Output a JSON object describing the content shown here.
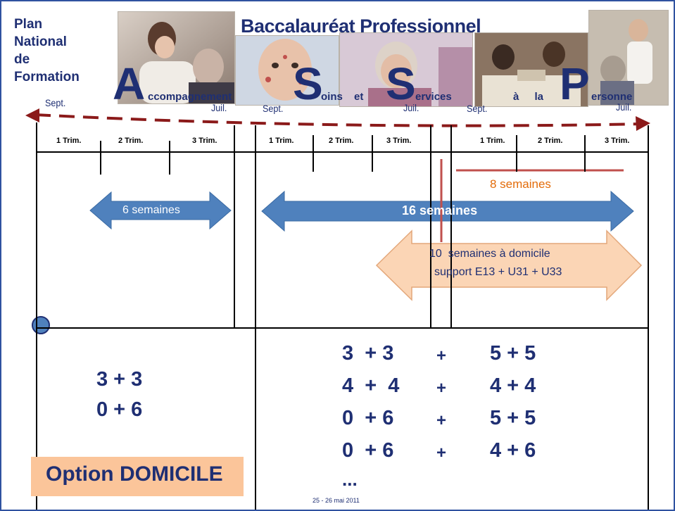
{
  "header": {
    "left_title": [
      "Plan",
      "National",
      "de",
      "Formation"
    ],
    "title": "Baccalauréat Professionnel",
    "acronym": [
      {
        "letter": "A",
        "rest": "ccompagnement"
      },
      {
        "letter": "S",
        "rest": "oins"
      },
      {
        "connector": "et"
      },
      {
        "letter": "S",
        "rest": "ervices"
      },
      {
        "connector": "à la"
      },
      {
        "letter": "P",
        "rest": "ersonne"
      }
    ],
    "photos": [
      "care-photo-1",
      "child-photo",
      "elderly-photo",
      "students-photo",
      "nurse-photo"
    ]
  },
  "timeline": {
    "months": [
      "Sept.",
      "Juil.",
      "Sept.",
      "Juil.",
      "Sept.",
      "Juil."
    ],
    "trimesters": [
      "1 Trim.",
      "2 Trim.",
      "3 Trim.",
      "1 Trim.",
      "2 Trim.",
      "3 Trim.",
      "1 Trim.",
      "2 Trim.",
      "3 Trim."
    ]
  },
  "periods": {
    "six_weeks": "6 semaines",
    "sixteen_weeks": "16 semaines",
    "eight_weeks": "8 semaines",
    "domicile_line1": "10  semaines à domicile",
    "domicile_line2": "support E13 + U31 + U33"
  },
  "combinations": {
    "left": [
      "3 + 3",
      "0 + 6"
    ],
    "right": [
      [
        "3  + 3",
        "+",
        "5 + 5"
      ],
      [
        "4  +  4",
        "+",
        "4 + 4"
      ],
      [
        "0  + 6",
        "+",
        "5 + 5"
      ],
      [
        "0  + 6",
        "+",
        "4 + 6"
      ]
    ],
    "ellipsis": "..."
  },
  "option_label": "Option DOMICILE",
  "date": "25 - 26 mai 2011",
  "colors": {
    "navy": "#1f2f73",
    "blue_arrow": "#4f81bd",
    "peach_arrow": "#fbd5b5",
    "red_dashed": "#8b1a1a",
    "red_line": "#c0504d",
    "orange_text": "#e36c0a",
    "option_box": "#fbc59a"
  }
}
